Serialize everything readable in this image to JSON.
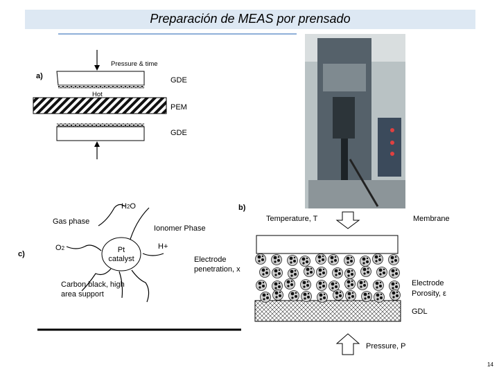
{
  "slide": {
    "title": "Preparación de MEAS por prensado",
    "page_number": "14"
  },
  "panel_a": {
    "tag": "a)",
    "pressure_label": "Pressure & time",
    "gde_top": "GDE",
    "hot": "Hot",
    "pem": "PEM",
    "gde_bottom": "GDE"
  },
  "panel_b": {
    "tag": "b)"
  },
  "panel_c": {
    "tag": "c)",
    "h2o_base": "H",
    "h2o_sub": "2",
    "h2o_end": "O",
    "gas_phase": "Gas phase",
    "ionomer_phase": "Ionomer Phase",
    "o2_base": "O",
    "o2_sub": "2",
    "pt_line1": "Pt",
    "pt_line2": "catalyst",
    "h_plus": "H+",
    "carbon_line1": "Carbon black, high",
    "carbon_line2": "area support"
  },
  "panel_right": {
    "temperature": "Temperature, T",
    "membrane": "Membrane",
    "electrode_pen_line1": "Electrode",
    "electrode_pen_line2": "penetration, x",
    "electrode_por_line1": "Electrode",
    "electrode_por_line2": "Porosity, ε",
    "gdl": "GDL",
    "pressure": "Pressure, P"
  },
  "colors": {
    "title_bar": "#dde8f3",
    "title_rule": "#8fb0d8"
  }
}
